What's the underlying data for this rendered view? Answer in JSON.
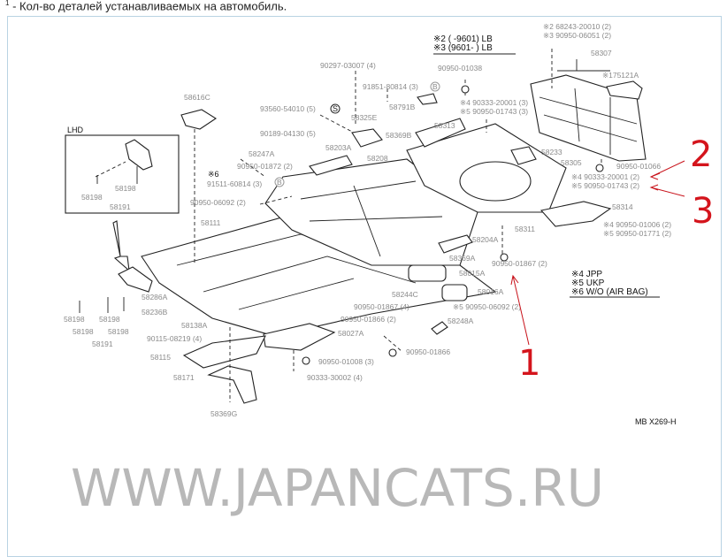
{
  "caption": {
    "sup": "1",
    "text": " - Кол-во деталей устанавливаемых на автомобиль."
  },
  "watermark": "WWW.JAPANCATS.RU",
  "diagram_code": "MB X269-H",
  "inset_title": "LHD",
  "legend": {
    "lb1": "※2 (      -9601) LB",
    "lb2": "※3 (9601-      ) LB",
    "n4": "※4 JPP",
    "n5": "※5 UKP",
    "n6": "※6 W/O (AIR BAG)"
  },
  "labels": [
    "90297-03007 (4)",
    "91851-80814 (3)",
    "93560-54010 (5)",
    "58325E",
    "58791B",
    "90189-04130 (5)",
    "58369B",
    "58313",
    "58203A",
    "58208",
    "58616C",
    "58247A",
    "90950-01872 (2)",
    "※6",
    "91511-60814 (3)",
    "90950-06092 (2)",
    "58111",
    "90950-01038",
    "※2 68243-20010 (2)",
    "※3 90950-06051 (2)",
    "58307",
    "※175121A",
    "※4 90333-20001 (3)",
    "※5 90950-01743 (3)",
    "58233",
    "58305",
    "90950-01066",
    "※4 90333-20001 (2)",
    "※5 90950-01743 (2)",
    "58314",
    "※4 90950-01006 (2)",
    "※5 90950-01771 (2)",
    "58311",
    "58204A",
    "58369A",
    "90950-01867 (2)",
    "58015A",
    "58016A",
    "58244C",
    "※5 90950-06092 (2)",
    "90950-01867 (4)",
    "90950-01866 (2)",
    "58248A",
    "58027A",
    "90950-01866",
    "90950-01008 (3)",
    "90333-30002 (4)",
    "58286A",
    "58236B",
    "58138A",
    "90115-08219 (4)",
    "58115",
    "58171",
    "58369G",
    "58198",
    "58198",
    "58198",
    "58198",
    "58191",
    "58198",
    "58198",
    "58191"
  ],
  "circle_marks": {
    "s": "S",
    "b": "B"
  },
  "annotations": [
    "1",
    "2",
    "3"
  ],
  "colors": {
    "label": "#8a8a8a",
    "annotation": "#d4141c",
    "frame": "#b9d3e3"
  }
}
